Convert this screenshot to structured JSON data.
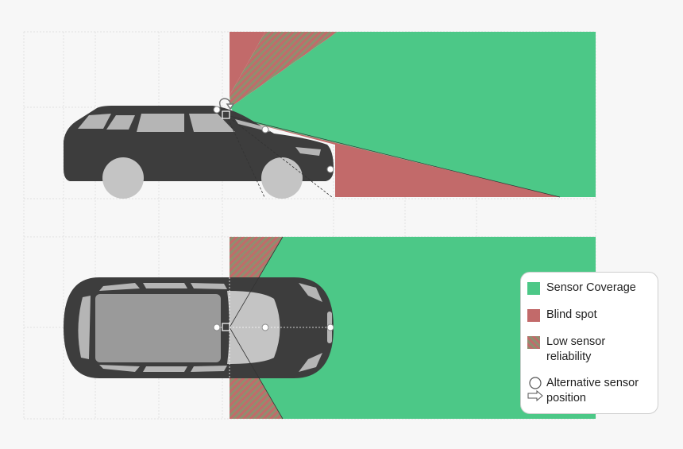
{
  "colors": {
    "coverage": "#4cc887",
    "blind": "#c26a6a",
    "low_stripe_a": "#8f8f6f",
    "low_stripe_b": "#c26a6a",
    "car_body": "#3d3d3d",
    "car_window": "#b5b5b5",
    "wheel": "#c4c4c4",
    "roof": "#9a9a9a",
    "background": "#f7f7f7"
  },
  "legend": {
    "items": [
      {
        "label": "Sensor Coverage",
        "kind": "coverage"
      },
      {
        "label": "Blind spot",
        "kind": "blind"
      },
      {
        "label": "Low sensor\nreliability",
        "kind": "low"
      },
      {
        "label": "Alternative sensor\nposition",
        "kind": "alternative"
      }
    ]
  },
  "icons": {
    "alternative_marker": "circle-icon",
    "alternative_arrow": "arrow-right-icon",
    "rotate_marker": "rotate-arrow-icon"
  }
}
